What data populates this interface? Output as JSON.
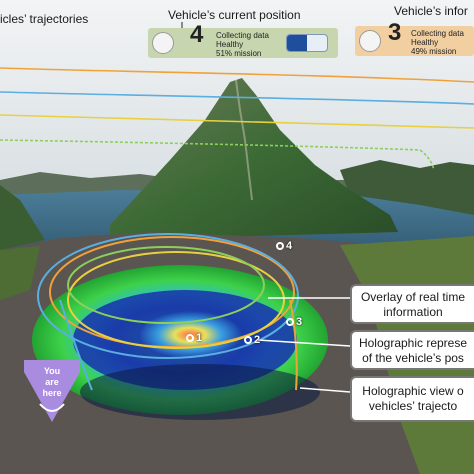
{
  "titles": {
    "trajectories": "icles’ trajectories",
    "current_position": "Vehicle’s current position",
    "info": "Vehicle’s infor"
  },
  "cards": [
    {
      "number": "4",
      "line1": "Collecting data",
      "line2": "Healthy",
      "line3": "51% mission",
      "mission_fraction": 0.51,
      "color": "#c8d6b0",
      "icon": "drone-icon",
      "battery_icon": "battery-icon"
    },
    {
      "number": "3",
      "line1": "Collecting data",
      "line2": "Healthy",
      "line3": "49% mission",
      "mission_fraction": 0.49,
      "color": "#f2cfa0",
      "icon": "drone-icon"
    }
  ],
  "callouts": {
    "overlay": {
      "line1": "Overlay of real time",
      "line2": "information"
    },
    "position": {
      "line1": "Holographic represe",
      "line2": "of the vehicle’s pos"
    },
    "trajectories": {
      "line1": "Holographic view o",
      "line2": "vehicles’ trajecto"
    }
  },
  "here_marker": {
    "line1": "You",
    "line2": "are",
    "line3": "here",
    "color": "#a98be0"
  },
  "vehicle_labels": [
    "1",
    "2",
    "3",
    "4"
  ],
  "colors": {
    "orbit_orange": "#f0a23a",
    "orbit_yellow": "#e8d040",
    "orbit_blue": "#5aaee0",
    "orbit_green": "#8ccf5a",
    "lake": "#2f5c78",
    "mountain": "#3f6a3a",
    "sky": "#dfe6ea",
    "hologram_green": "#2fd24a",
    "hologram_blue": "#1a4fd0"
  }
}
